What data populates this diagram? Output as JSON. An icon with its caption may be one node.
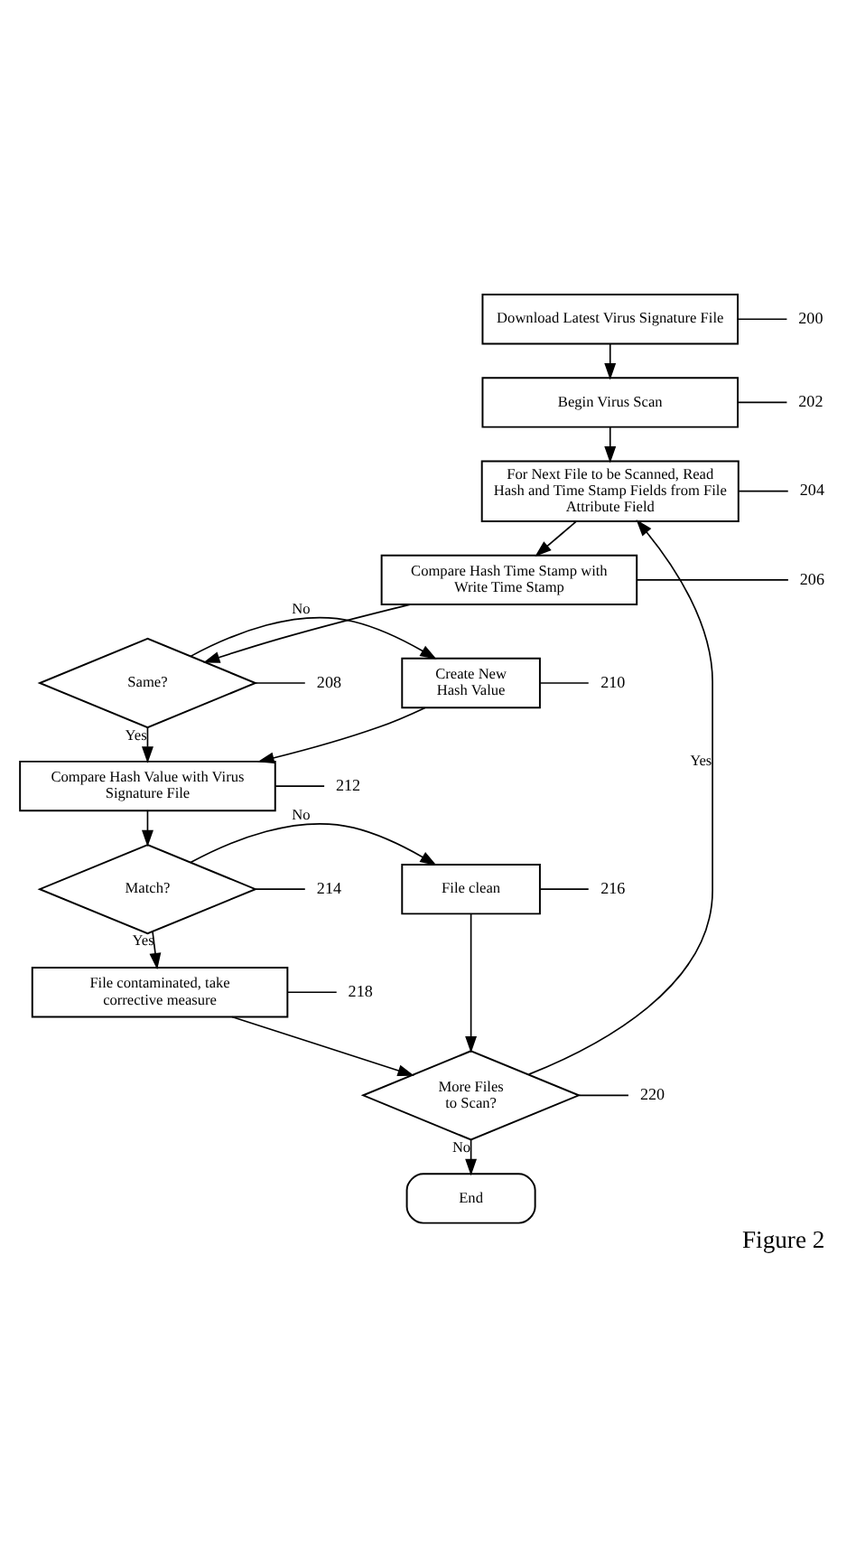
{
  "diagram": {
    "caption": "Figure 2",
    "nodes": [
      {
        "text": [
          "Download Latest Virus Signature File"
        ]
      },
      {
        "text": [
          "Begin Virus Scan"
        ]
      },
      {
        "text": [
          "For Next File to be Scanned, Read Hash and Time Stamp Fields from File Attribute Field"
        ]
      },
      {
        "text": [
          "Compare Hash Time Stamp with Write Time Stamp"
        ]
      },
      {
        "text": [
          "Same?"
        ]
      },
      {
        "text": [
          "Create New Hash Value"
        ]
      },
      {
        "text": [
          "Compare Hash Value with Virus Signature File"
        ]
      },
      {
        "text": [
          "Match?"
        ]
      },
      {
        "text": [
          "File clean"
        ]
      },
      {
        "text": [
          "File contaminated, take corrective measure"
        ]
      },
      {
        "text": [
          "More Files to Scan?"
        ]
      },
      {
        "text": [
          "End"
        ]
      },
      {
        "text": [
          "200"
        ]
      },
      {
        "text": [
          "202"
        ]
      },
      {
        "text": [
          "204"
        ]
      },
      {
        "text": [
          "206"
        ]
      },
      {
        "text": [
          "208"
        ]
      },
      {
        "text": [
          "210"
        ]
      },
      {
        "text": [
          "212"
        ]
      },
      {
        "text": [
          "214"
        ]
      },
      {
        "text": [
          "216"
        ]
      },
      {
        "text": [
          "218"
        ]
      },
      {
        "text": [
          "220"
        ]
      }
    ],
    "edges": [
      {
        "from": 0,
        "to": 1,
        "arrow": "to"
      },
      {
        "from": 1,
        "to": 2,
        "arrow": "to"
      },
      {
        "from": 2,
        "to": 3,
        "arrow": "to"
      },
      {
        "from": 3,
        "to": 4,
        "arrow": "to"
      },
      {
        "from": 4,
        "to": 5,
        "arrow": "to",
        "label": "No"
      },
      {
        "from": 4,
        "to": 6,
        "arrow": "to",
        "label": "Yes"
      },
      {
        "from": 5,
        "to": 6,
        "arrow": "to"
      },
      {
        "from": 6,
        "to": 7,
        "arrow": "to"
      },
      {
        "from": 7,
        "to": 8,
        "arrow": "to",
        "label": "No"
      },
      {
        "from": 7,
        "to": 9,
        "arrow": "to",
        "label": "Yes"
      },
      {
        "from": 9,
        "to": 10,
        "arrow": "to"
      },
      {
        "from": 8,
        "to": 10,
        "arrow": "to"
      },
      {
        "from": 10,
        "to": 2,
        "arrow": "to",
        "label": "Yes"
      },
      {
        "from": 10,
        "to": 11,
        "arrow": "to",
        "label": "No"
      },
      {
        "from": 0,
        "to": 12,
        "arrow": "none"
      },
      {
        "from": 1,
        "to": 13,
        "arrow": "none"
      },
      {
        "from": 2,
        "to": 14,
        "arrow": "none"
      },
      {
        "from": 3,
        "to": 15,
        "arrow": "none"
      },
      {
        "from": 4,
        "to": 16,
        "arrow": "none"
      },
      {
        "from": 5,
        "to": 17,
        "arrow": "none"
      },
      {
        "from": 6,
        "to": 18,
        "arrow": "none"
      },
      {
        "from": 7,
        "to": 19,
        "arrow": "none"
      },
      {
        "from": 8,
        "to": 20,
        "arrow": "none"
      },
      {
        "from": 9,
        "to": 21,
        "arrow": "none"
      },
      {
        "from": 10,
        "to": 22,
        "arrow": "none"
      }
    ]
  }
}
